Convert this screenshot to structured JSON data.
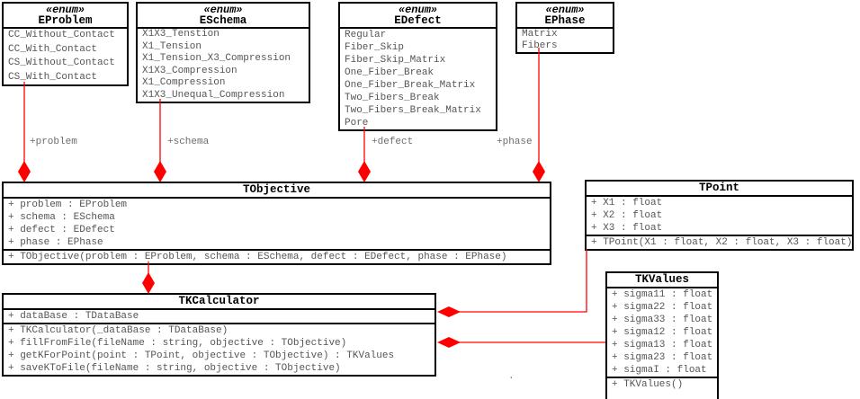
{
  "colors": {
    "connector_red": "#ff0000",
    "border_black": "#000000",
    "member_gray": "#555555",
    "label_gray": "#6e6e6e"
  },
  "enums": {
    "eproblem": {
      "stereotype": "«enum»",
      "name": "EProblem",
      "literals": [
        "CC_Without_Contact",
        "CC_With_Contact",
        "CS_Without_Contact",
        "CS_With_Contact"
      ]
    },
    "eschema": {
      "stereotype": "«enum»",
      "name": "ESchema",
      "literals": [
        "X1X3_Tenstion",
        "X1_Tension",
        "X1_Tension_X3_Compression",
        "X1X3_Compression",
        "X1_Compression",
        "X1X3_Unequal_Compression"
      ]
    },
    "edefect": {
      "stereotype": "«enum»",
      "name": "EDefect",
      "literals": [
        "Regular",
        "Fiber_Skip",
        "Fiber_Skip_Matrix",
        "One_Fiber_Break",
        "One_Fiber_Break_Matrix",
        "Two_Fibers_Break",
        "Two_Fibers_Break_Matrix",
        "Pore"
      ]
    },
    "ephase": {
      "stereotype": "«enum»",
      "name": "EPhase",
      "literals": [
        "Matrix",
        "Fibers"
      ]
    }
  },
  "classes": {
    "tobjective": {
      "name": "TObjective",
      "attributes": [
        "+ problem : EProblem",
        "+ schema : ESchema",
        "+ defect : EDefect",
        "+ phase : EPhase"
      ],
      "methods": [
        "+ TObjective(problem : EProblem, schema : ESchema, defect : EDefect, phase : EPhase)"
      ]
    },
    "tpoint": {
      "name": "TPoint",
      "attributes": [
        "+ X1 : float",
        "+ X2 : float",
        "+ X3 : float"
      ],
      "methods": [
        "+ TPoint(X1 : float, X2 : float, X3 : float)"
      ]
    },
    "tkvalues": {
      "name": "TKValues",
      "attributes": [
        "+ sigma11 : float",
        "+ sigma22 : float",
        "+ sigma33 : float",
        "+ sigma12 : float",
        "+ sigma13 : float",
        "+ sigma23 : float",
        "+ sigmaI : float"
      ],
      "methods": [
        "+ TKValues()"
      ]
    },
    "tkcalculator": {
      "name": "TKCalculator",
      "attributes": [
        "+ dataBase : TDataBase"
      ],
      "methods": [
        "+ TKCalculator(_dataBase : TDataBase)",
        "+ fillFromFile(fileName : string, objective : TObjective)",
        "+ getKForPoint(point : TPoint, objective : TObjective) : TKValues",
        "+ saveKToFile(fileName : string, objective : TObjective)"
      ]
    }
  },
  "association_labels": {
    "problem": "+problem",
    "schema": "+schema",
    "defect": "+defect",
    "phase": "+phase"
  },
  "stray_mark": "."
}
